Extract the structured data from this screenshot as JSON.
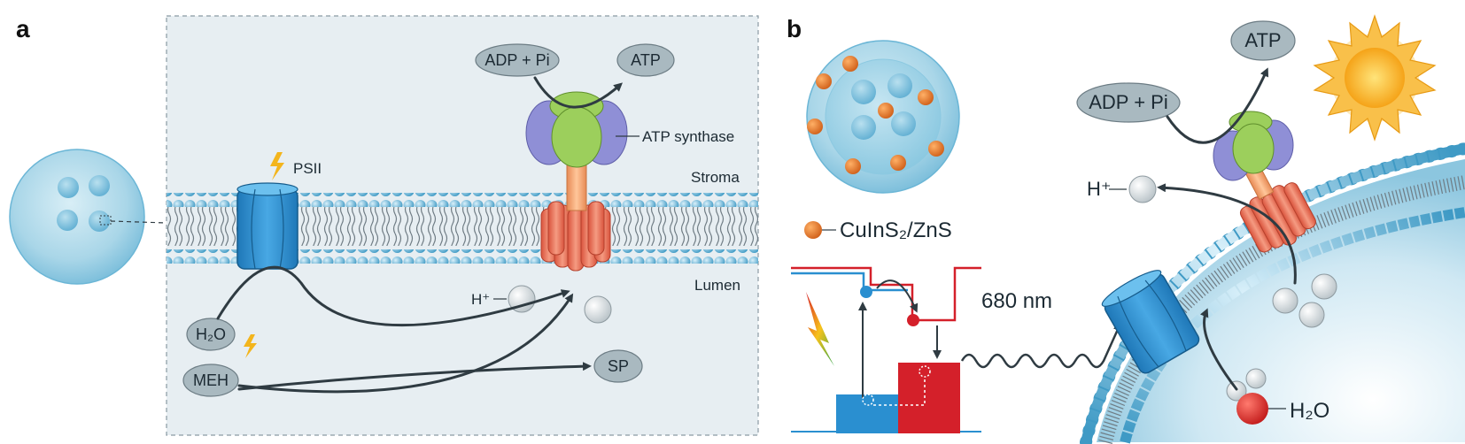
{
  "panel_a": {
    "letter": "a",
    "psii_label": "PSII",
    "stroma_label": "Stroma",
    "lumen_label": "Lumen",
    "atp_synthase_label": "ATP synthase",
    "adp_label": "ADP + Pi",
    "atp_label": "ATP",
    "h_plus_label": "H⁺",
    "h2o_label": "H₂O",
    "meh_label": "MEH",
    "sp_label": "SP"
  },
  "panel_b": {
    "letter": "b",
    "nanoparticle_label": "CuInS₂/ZnS",
    "wavelength_label": "680 nm",
    "atp_label": "ATP",
    "adp_label": "ADP + Pi",
    "h_plus_label": "H⁺",
    "h2o_label": "H₂O"
  },
  "colors": {
    "membrane_bead": "#7fc4df",
    "psii": "#2a8fd0",
    "atp_synthase_stalk": "#e86a4c",
    "atp_synthase_green": "#8cbf4b",
    "atp_synthase_purple": "#7f7fcc",
    "panel_bg": "#e7eef2",
    "band_blue": "#2a8fd0",
    "band_red": "#d4202a",
    "nanoparticle": "#e8772b",
    "sun": "#f7a81b"
  }
}
